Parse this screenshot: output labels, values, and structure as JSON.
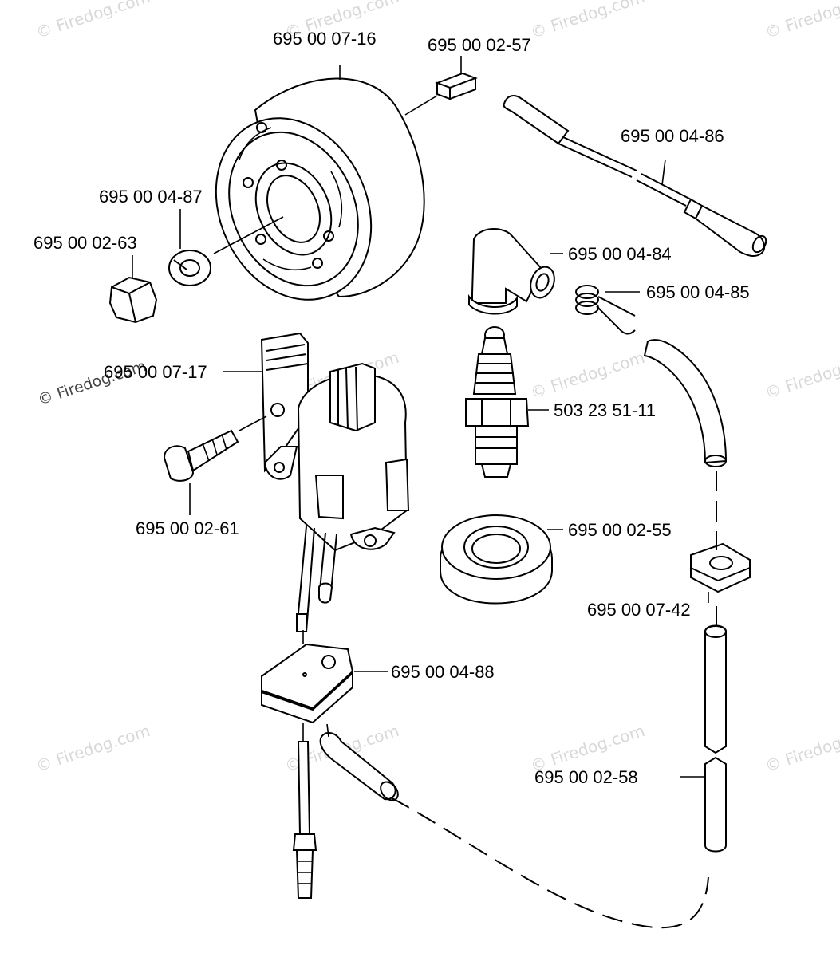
{
  "watermark": "© Firedog.com",
  "parts": [
    {
      "id": "flywheel",
      "number": "695 00 07-16"
    },
    {
      "id": "key",
      "number": "695 00 02-57"
    },
    {
      "id": "cable",
      "number": "695 00 04-86"
    },
    {
      "id": "washer",
      "number": "695 00 04-87"
    },
    {
      "id": "nut",
      "number": "695 00 02-63"
    },
    {
      "id": "spark-plug-cap",
      "number": "695 00 04-84"
    },
    {
      "id": "spring",
      "number": "695 00 04-85"
    },
    {
      "id": "ignition-module",
      "number": "695 00 07-17"
    },
    {
      "id": "spark-plug",
      "number": "503 23 51-11"
    },
    {
      "id": "screw",
      "number": "695 00 02-61"
    },
    {
      "id": "grommet-ring",
      "number": "695 00 02-55"
    },
    {
      "id": "clip",
      "number": "695 00 07-42"
    },
    {
      "id": "insulator-plate",
      "number": "695 00 04-88"
    },
    {
      "id": "tube",
      "number": "695 00 02-58"
    }
  ]
}
